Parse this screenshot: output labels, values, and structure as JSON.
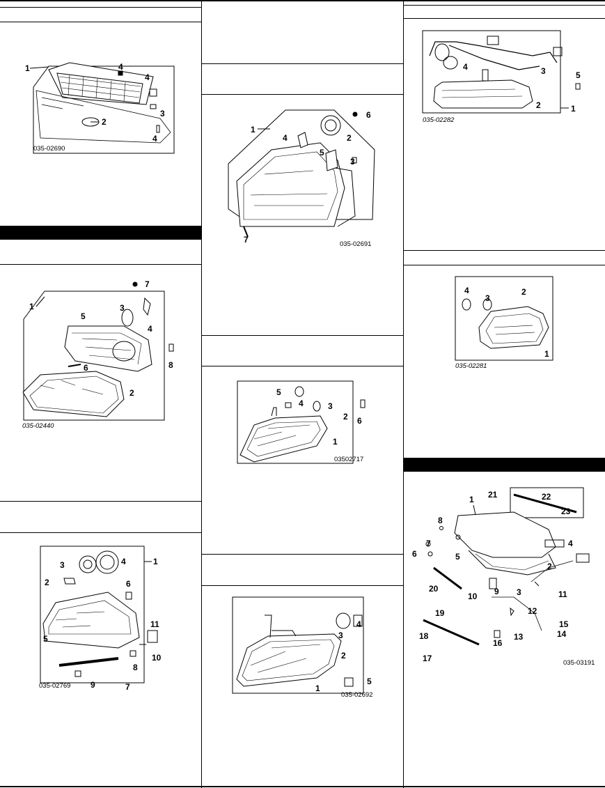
{
  "figures": {
    "grille": {
      "code": "035-02690",
      "callouts": [
        "1",
        "2",
        "3",
        "4",
        "4",
        "4"
      ]
    },
    "headlamp_a": {
      "code": "035-02440",
      "callouts": [
        "1",
        "2",
        "3",
        "4",
        "5",
        "6",
        "7",
        "8"
      ]
    },
    "headlamp_b": {
      "code": "035-02769",
      "callouts": [
        "1",
        "2",
        "3",
        "4",
        "5",
        "6",
        "7",
        "8",
        "9",
        "10",
        "11"
      ]
    },
    "headlamp_c": {
      "code": "035-02691",
      "callouts": [
        "1",
        "2",
        "3",
        "4",
        "5",
        "6",
        "7"
      ]
    },
    "corner_lamp_a": {
      "code": "03502717",
      "callouts": [
        "1",
        "2",
        "3",
        "4",
        "5",
        "6"
      ]
    },
    "corner_lamp_b": {
      "code": "035-02692",
      "callouts": [
        "1",
        "2",
        "3",
        "4",
        "5"
      ]
    },
    "side_marker_a": {
      "code": "035-02282",
      "callouts": [
        "1",
        "2",
        "3",
        "4",
        "5"
      ]
    },
    "side_marker_b": {
      "code": "035-02281",
      "callouts": [
        "1",
        "2",
        "3",
        "4"
      ]
    },
    "hood": {
      "code": "035-03191",
      "callouts": [
        "1",
        "2",
        "3",
        "4",
        "5",
        "6",
        "7",
        "8",
        "9",
        "10",
        "11",
        "12",
        "13",
        "14",
        "15",
        "16",
        "17",
        "18",
        "19",
        "20",
        "21",
        "22",
        "23"
      ]
    }
  }
}
